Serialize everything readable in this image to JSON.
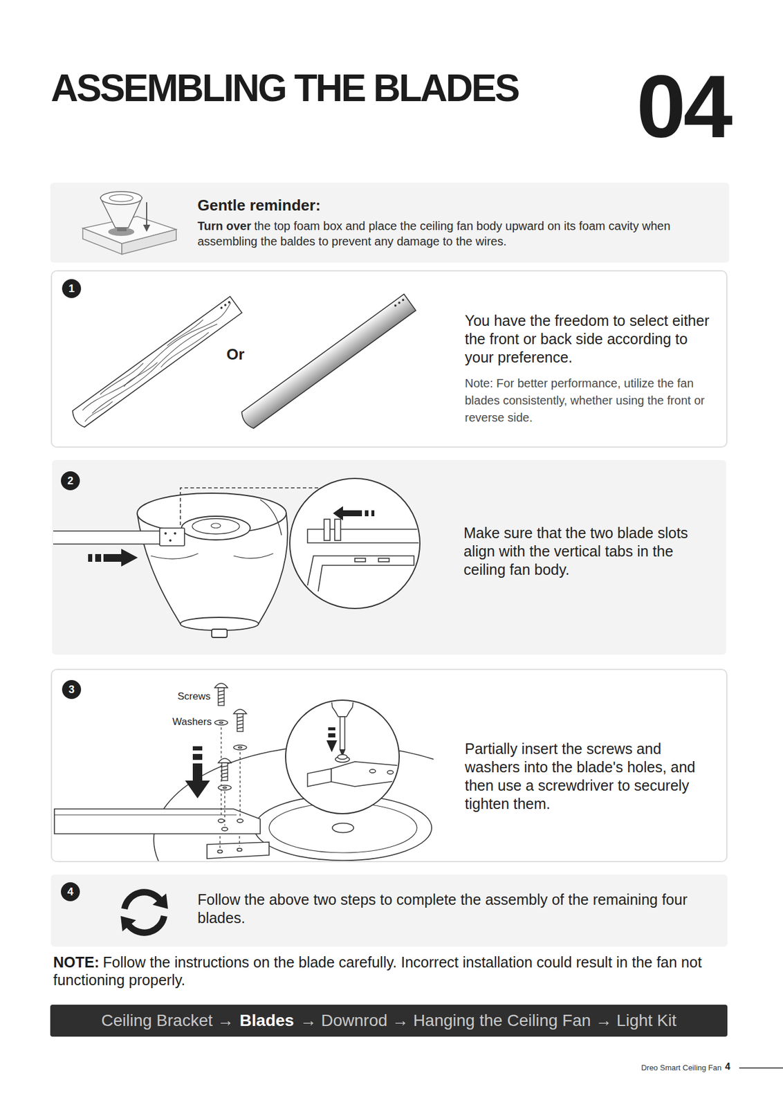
{
  "diagram": {
    "title": "ASSEMBLING THE BLADES",
    "nodes": [
      {
        "text": [
          "Gentle reminder:",
          "Turn over",
          "the top foam box and place the ceiling fan body upward on its foam cavity when assembling the baldes to prevent any damage to the wires."
        ]
      },
      {
        "text": [
          "You have the freedom to select either the front or back side according to your preference.",
          "Note: For better performance, utilize the fan blades consistently, whether using the front or reverse side."
        ]
      },
      {
        "text": [
          "1"
        ],
        "in": 1
      },
      {
        "text": [
          "Make sure that the two blade slots align with the vertical tabs in the ceiling fan body."
        ]
      },
      {
        "text": [
          "2"
        ],
        "in": 3
      },
      {
        "text": [
          "Partially insert the screws and washers into the blade's holes, and then use a screwdriver to securely tighten them."
        ]
      },
      {
        "text": [
          "3"
        ],
        "in": 5
      },
      {
        "text": [
          "Follow the above two steps to complete the assembly of the remaining four blades."
        ]
      },
      {
        "text": [
          "4"
        ],
        "in": 7
      },
      {
        "text": [
          "Ceiling Bracket →",
          "Blades",
          "→ Downrod → Hanging the Ceiling Fan → Light Kit"
        ]
      }
    ],
    "labels": [
      "04",
      "Or",
      "Screws",
      "Washers",
      "NOTE:",
      "Follow the instructions on the blade carefully. Incorrect installation could result in the fan not functioning properly.",
      "Dreo Smart Ceiling Fan",
      "4"
    ]
  }
}
